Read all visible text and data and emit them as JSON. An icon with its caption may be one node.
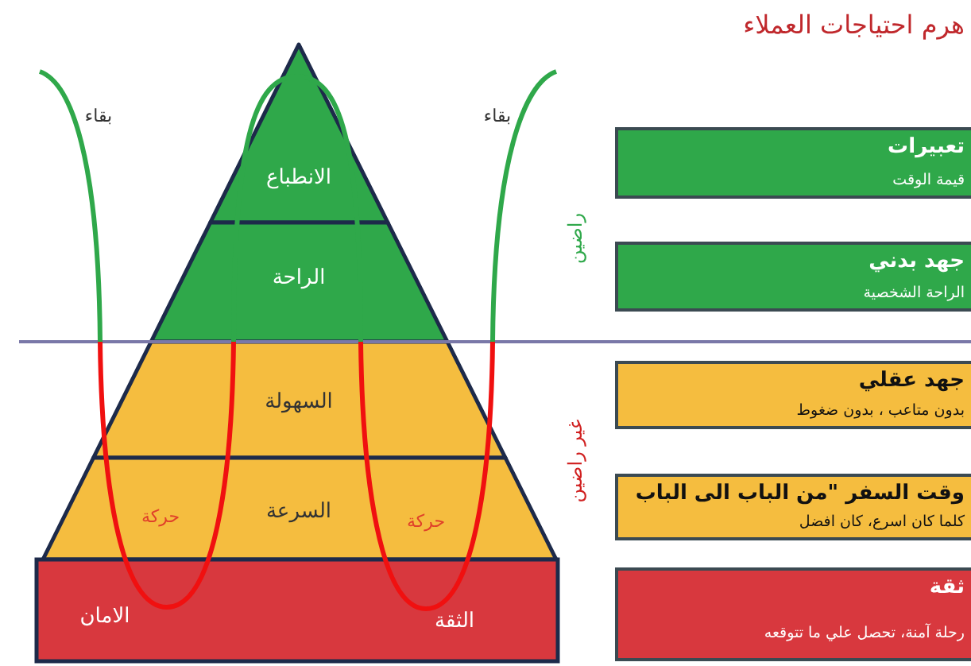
{
  "diagram": {
    "title": "هرم احتياجات العملاء",
    "nodes": [
      {
        "text": [
          "الانطباع"
        ]
      },
      {
        "text": [
          "الراحة"
        ]
      },
      {
        "text": [
          "السهولة"
        ]
      },
      {
        "text": [
          "السرعة"
        ]
      },
      {
        "text": [
          "الثقة",
          "الامان"
        ]
      },
      {
        "text": [
          "تعبيرات",
          "قيمة الوقت"
        ]
      },
      {
        "text": [
          "جهد بدني",
          "الراحة الشخصية"
        ]
      },
      {
        "text": [
          "جهد عقلي",
          "بدون متاعب ، بدون ضغوط"
        ]
      },
      {
        "text": [
          "وقت السفر \"من الباب الى الباب",
          "كلما كان اسرع، كان افضل"
        ]
      },
      {
        "text": [
          "ثقة",
          "رحلة آمنة، تحصل علي ما تتوقعه"
        ]
      }
    ],
    "labels": [
      "بقاء",
      "بقاء",
      "راضين",
      "غير راضين",
      "حركة",
      "حركة"
    ]
  }
}
